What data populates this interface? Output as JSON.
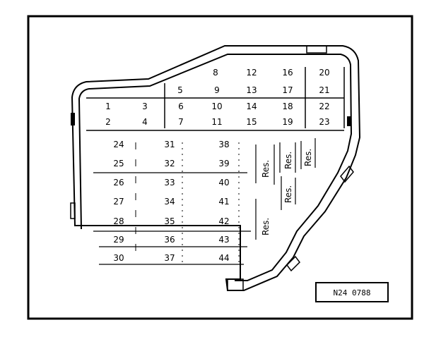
{
  "fuses": {
    "f1": "1",
    "f2": "2",
    "f3": "3",
    "f4": "4",
    "f5": "5",
    "f6": "6",
    "f7": "7",
    "f8": "8",
    "f9": "9",
    "f10": "10",
    "f11": "11",
    "f12": "12",
    "f13": "13",
    "f14": "14",
    "f15": "15",
    "f16": "16",
    "f17": "17",
    "f18": "18",
    "f19": "19",
    "f20": "20",
    "f21": "21",
    "f22": "22",
    "f23": "23",
    "f24": "24",
    "f25": "25",
    "f26": "26",
    "f27": "27",
    "f28": "28",
    "f29": "29",
    "f30": "30",
    "f31": "31",
    "f32": "32",
    "f33": "33",
    "f34": "34",
    "f35": "35",
    "f36": "36",
    "f37": "37",
    "f38": "38",
    "f39": "39",
    "f40": "40",
    "f41": "41",
    "f42": "42",
    "f43": "43",
    "f44": "44"
  },
  "reserve_label": "Res.",
  "figure_code": "N24 0788"
}
